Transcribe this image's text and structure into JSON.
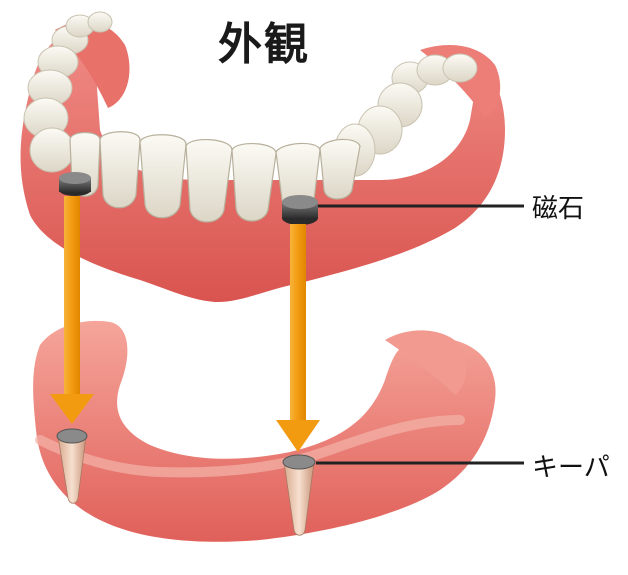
{
  "title": "外観",
  "labels": {
    "magnet": "磁石",
    "keeper": "キーパ"
  },
  "colors": {
    "gum": "#e8736f",
    "gum_dark": "#c84a47",
    "tooth": "#f4f1e8",
    "arrow": "#f0a01e",
    "magnet": "#4a4a4a",
    "keeper": "#e6c0a6"
  }
}
